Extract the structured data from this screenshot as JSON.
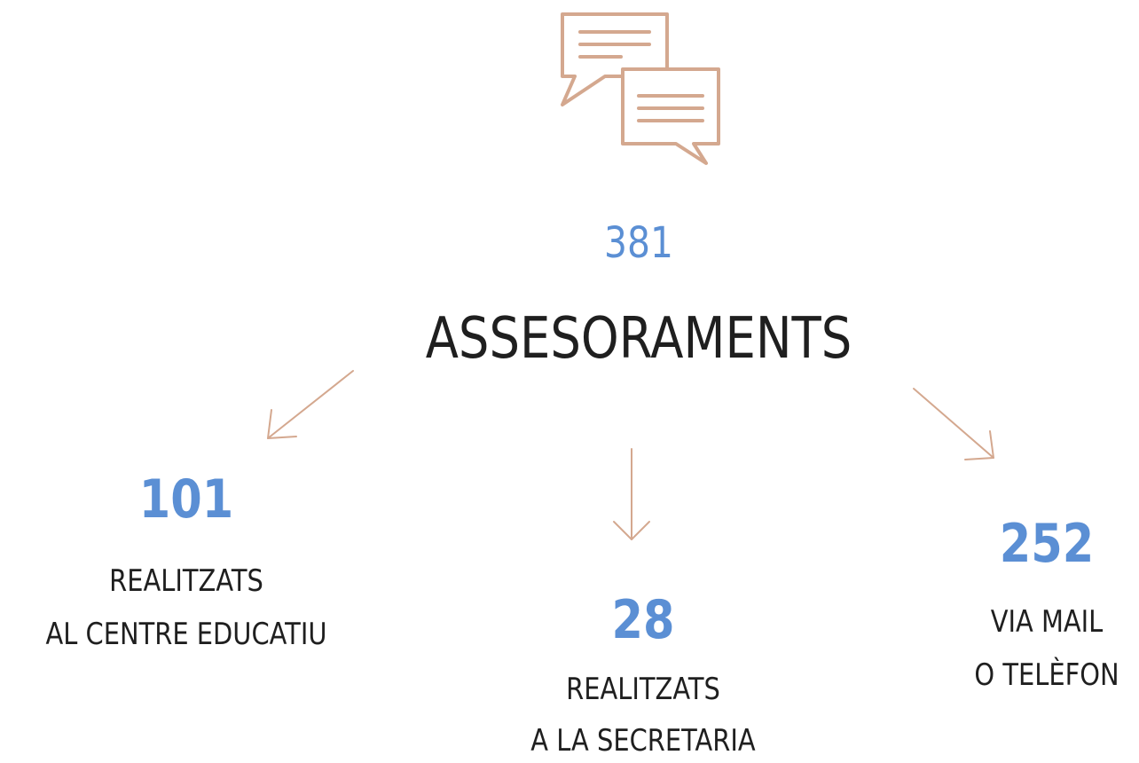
{
  "icon": "chat-bubbles-icon",
  "colors": {
    "accent_number": "#5b8fd4",
    "text": "#1f1f1f",
    "icon_arrow": "#d4a88f"
  },
  "total": {
    "value": "381",
    "label": "ASSESORAMENTS"
  },
  "branches": [
    {
      "value": "101",
      "line1": "REALITZATS",
      "line2": "AL CENTRE EDUCATIU"
    },
    {
      "value": "28",
      "line1": "REALITZATS",
      "line2": "A LA SECRETARIA"
    },
    {
      "value": "252",
      "line1": "VIA MAIL",
      "line2": "O TELÈFON"
    }
  ]
}
